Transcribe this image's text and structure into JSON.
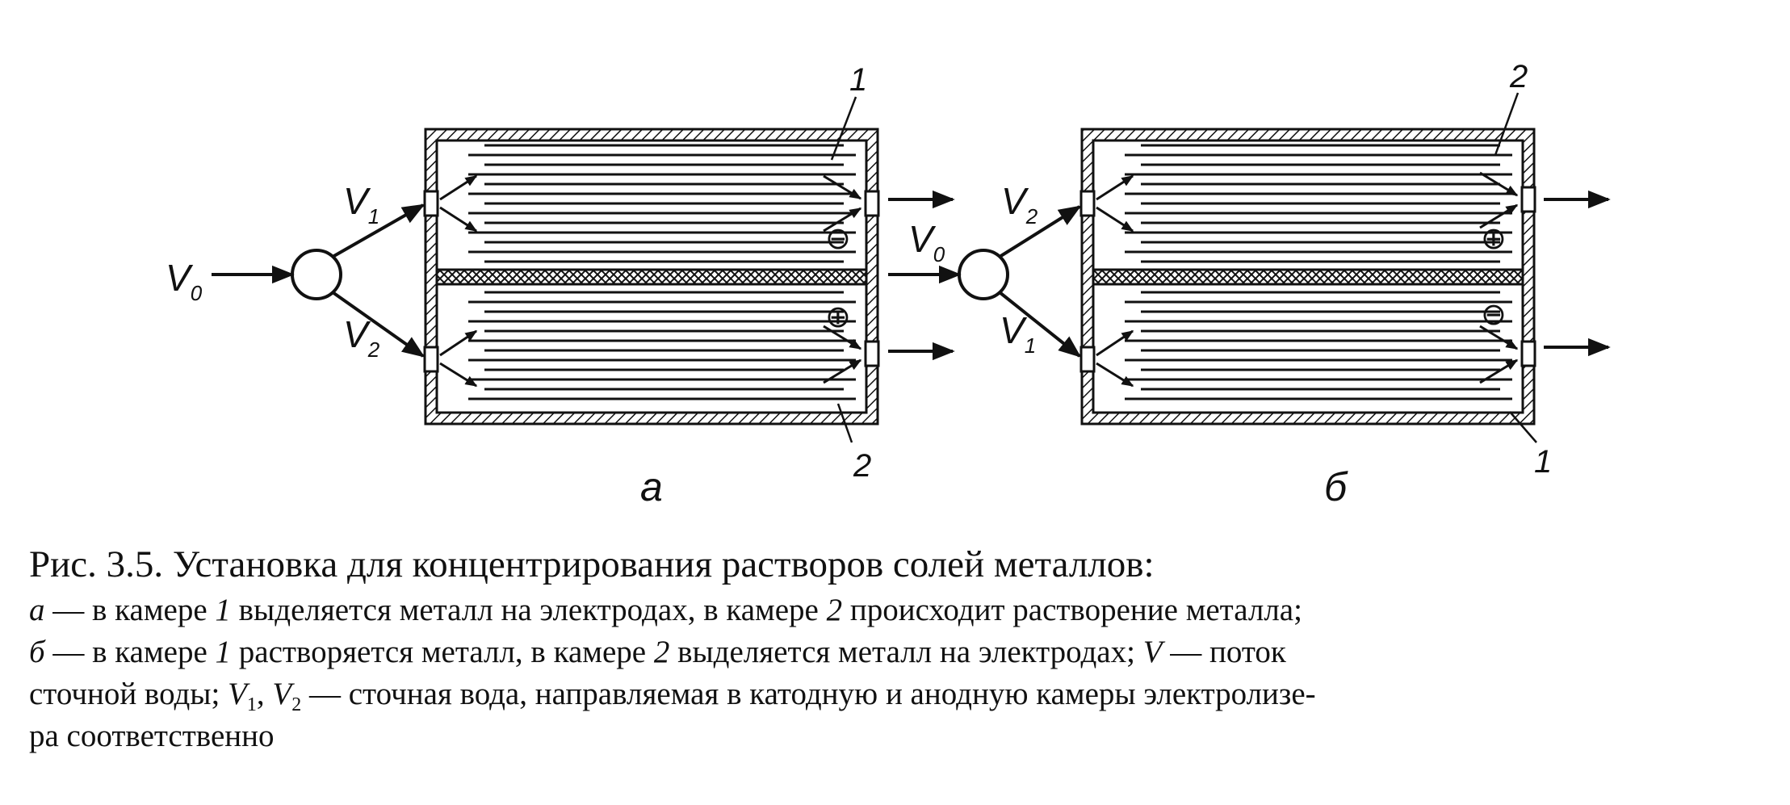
{
  "diagram": {
    "panel_a": {
      "letter": "а",
      "inlet": "V",
      "inlet_sub": "0",
      "flow_upper": "V",
      "flow_upper_sub": "1",
      "flow_lower": "V",
      "flow_lower_sub": "2",
      "top_chamber_number": "1",
      "bottom_chamber_number": "2",
      "top_electrode_sign": "⊖",
      "bottom_electrode_sign": "⊕"
    },
    "panel_b": {
      "letter": "б",
      "inlet": "V",
      "inlet_sub": "0",
      "flow_upper": "V",
      "flow_upper_sub": "2",
      "flow_lower": "V",
      "flow_lower_sub": "1",
      "top_chamber_number": "2",
      "bottom_chamber_number": "1",
      "top_electrode_sign": "⊕",
      "bottom_electrode_sign": "⊖"
    }
  },
  "caption": {
    "title": "Рис. 3.5. Установка для концентрирования растворов солей металлов:",
    "line1_a": "а",
    "line1_t1": " — в камере ",
    "line1_n1": "1",
    "line1_t2": " выделяется металл на электродах, в камере ",
    "line1_n2": "2",
    "line1_t3": " происходит растворение металла;",
    "line2_b": "б",
    "line2_t1": " — в камере ",
    "line2_n1": "1",
    "line2_t2": " растворяется металл, в камере ",
    "line2_n2": "2",
    "line2_t3": " выделяется металл на электродах; ",
    "line2_v": "V",
    "line2_t4": " — поток",
    "line3_t1": "сточной воды; ",
    "line3_v1": "V",
    "line3_s1": "1",
    "line3_t2": ", ",
    "line3_v2": "V",
    "line3_s2": "2",
    "line3_t3": " — сточная вода, направляемая в катодную и анодную камеры электролизе-",
    "line4": "ра соответственно"
  }
}
